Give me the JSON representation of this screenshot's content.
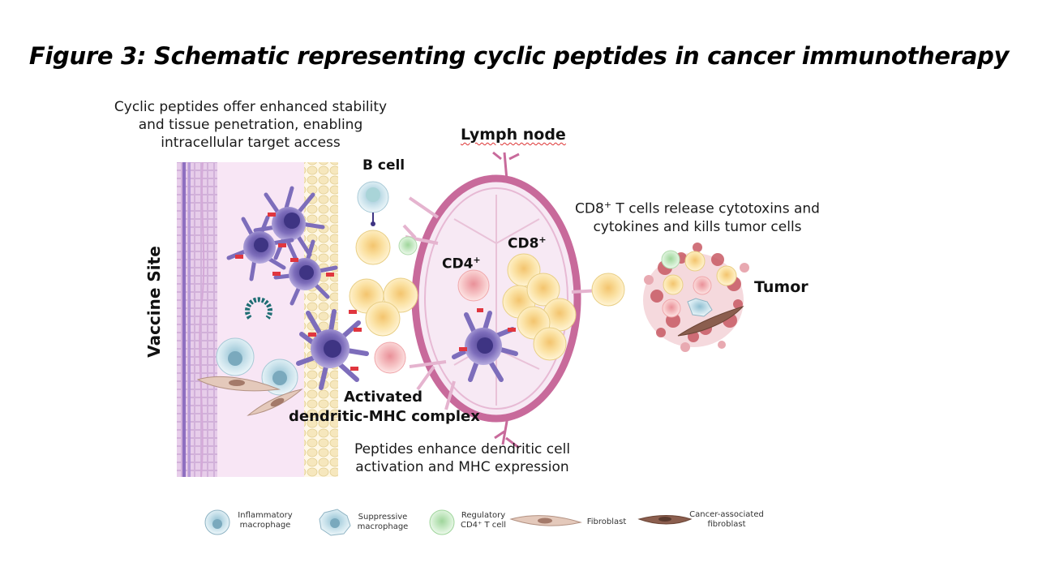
{
  "title": "Figure 3: Schematic representing cyclic peptides in cancer immunotherapy",
  "annotations": {
    "top_left_note": [
      "Cyclic peptides offer enhanced stability",
      "and tissue penetration, enabling",
      "intracellular target access"
    ],
    "vaccine_site": "Vaccine Site",
    "b_cell": "B cell",
    "lymph_node": "Lymph node",
    "cd4": "CD4",
    "cd4_sup": "+",
    "cd8": "CD8",
    "cd8_sup": "+",
    "tumor": "Tumor",
    "cd8_note_line1_a": "CD8",
    "cd8_note_line1_sup": "+",
    "cd8_note_line1_b": " T cells release cytotoxins and",
    "cd8_note_line2": "cytokines and kills tumor cells",
    "activated_line1": "Activated",
    "activated_line2": "dendritic-MHC complex",
    "peptides_note_line1": "Peptides enhance dendritic cell",
    "peptides_note_line2": "activation and MHC expression"
  },
  "legend": [
    {
      "icon": "inflammatory-macrophage-icon",
      "line1": "Inflammatory",
      "line2": "macrophage"
    },
    {
      "icon": "suppressive-macrophage-icon",
      "line1": "Suppressive",
      "line2": "macrophage"
    },
    {
      "icon": "regulatory-t-cell-icon",
      "line1": "Regulatory",
      "line2": "CD4⁺ T cell"
    },
    {
      "icon": "fibroblast-icon",
      "line1": "Fibroblast",
      "line2": ""
    },
    {
      "icon": "cancer-associated-fibroblast-icon",
      "line1": "Cancer-associated",
      "line2": "fibroblast"
    }
  ],
  "colors": {
    "tissue_pink": "#f6e3f2",
    "membrane_purple": "#9b7cc6",
    "lymph_node_pink": "#c86a9b",
    "t_cell_yellow": "#f9e6a6",
    "dendritic_purple": "#6a5aa8",
    "tumor_red": "#c85a64"
  }
}
